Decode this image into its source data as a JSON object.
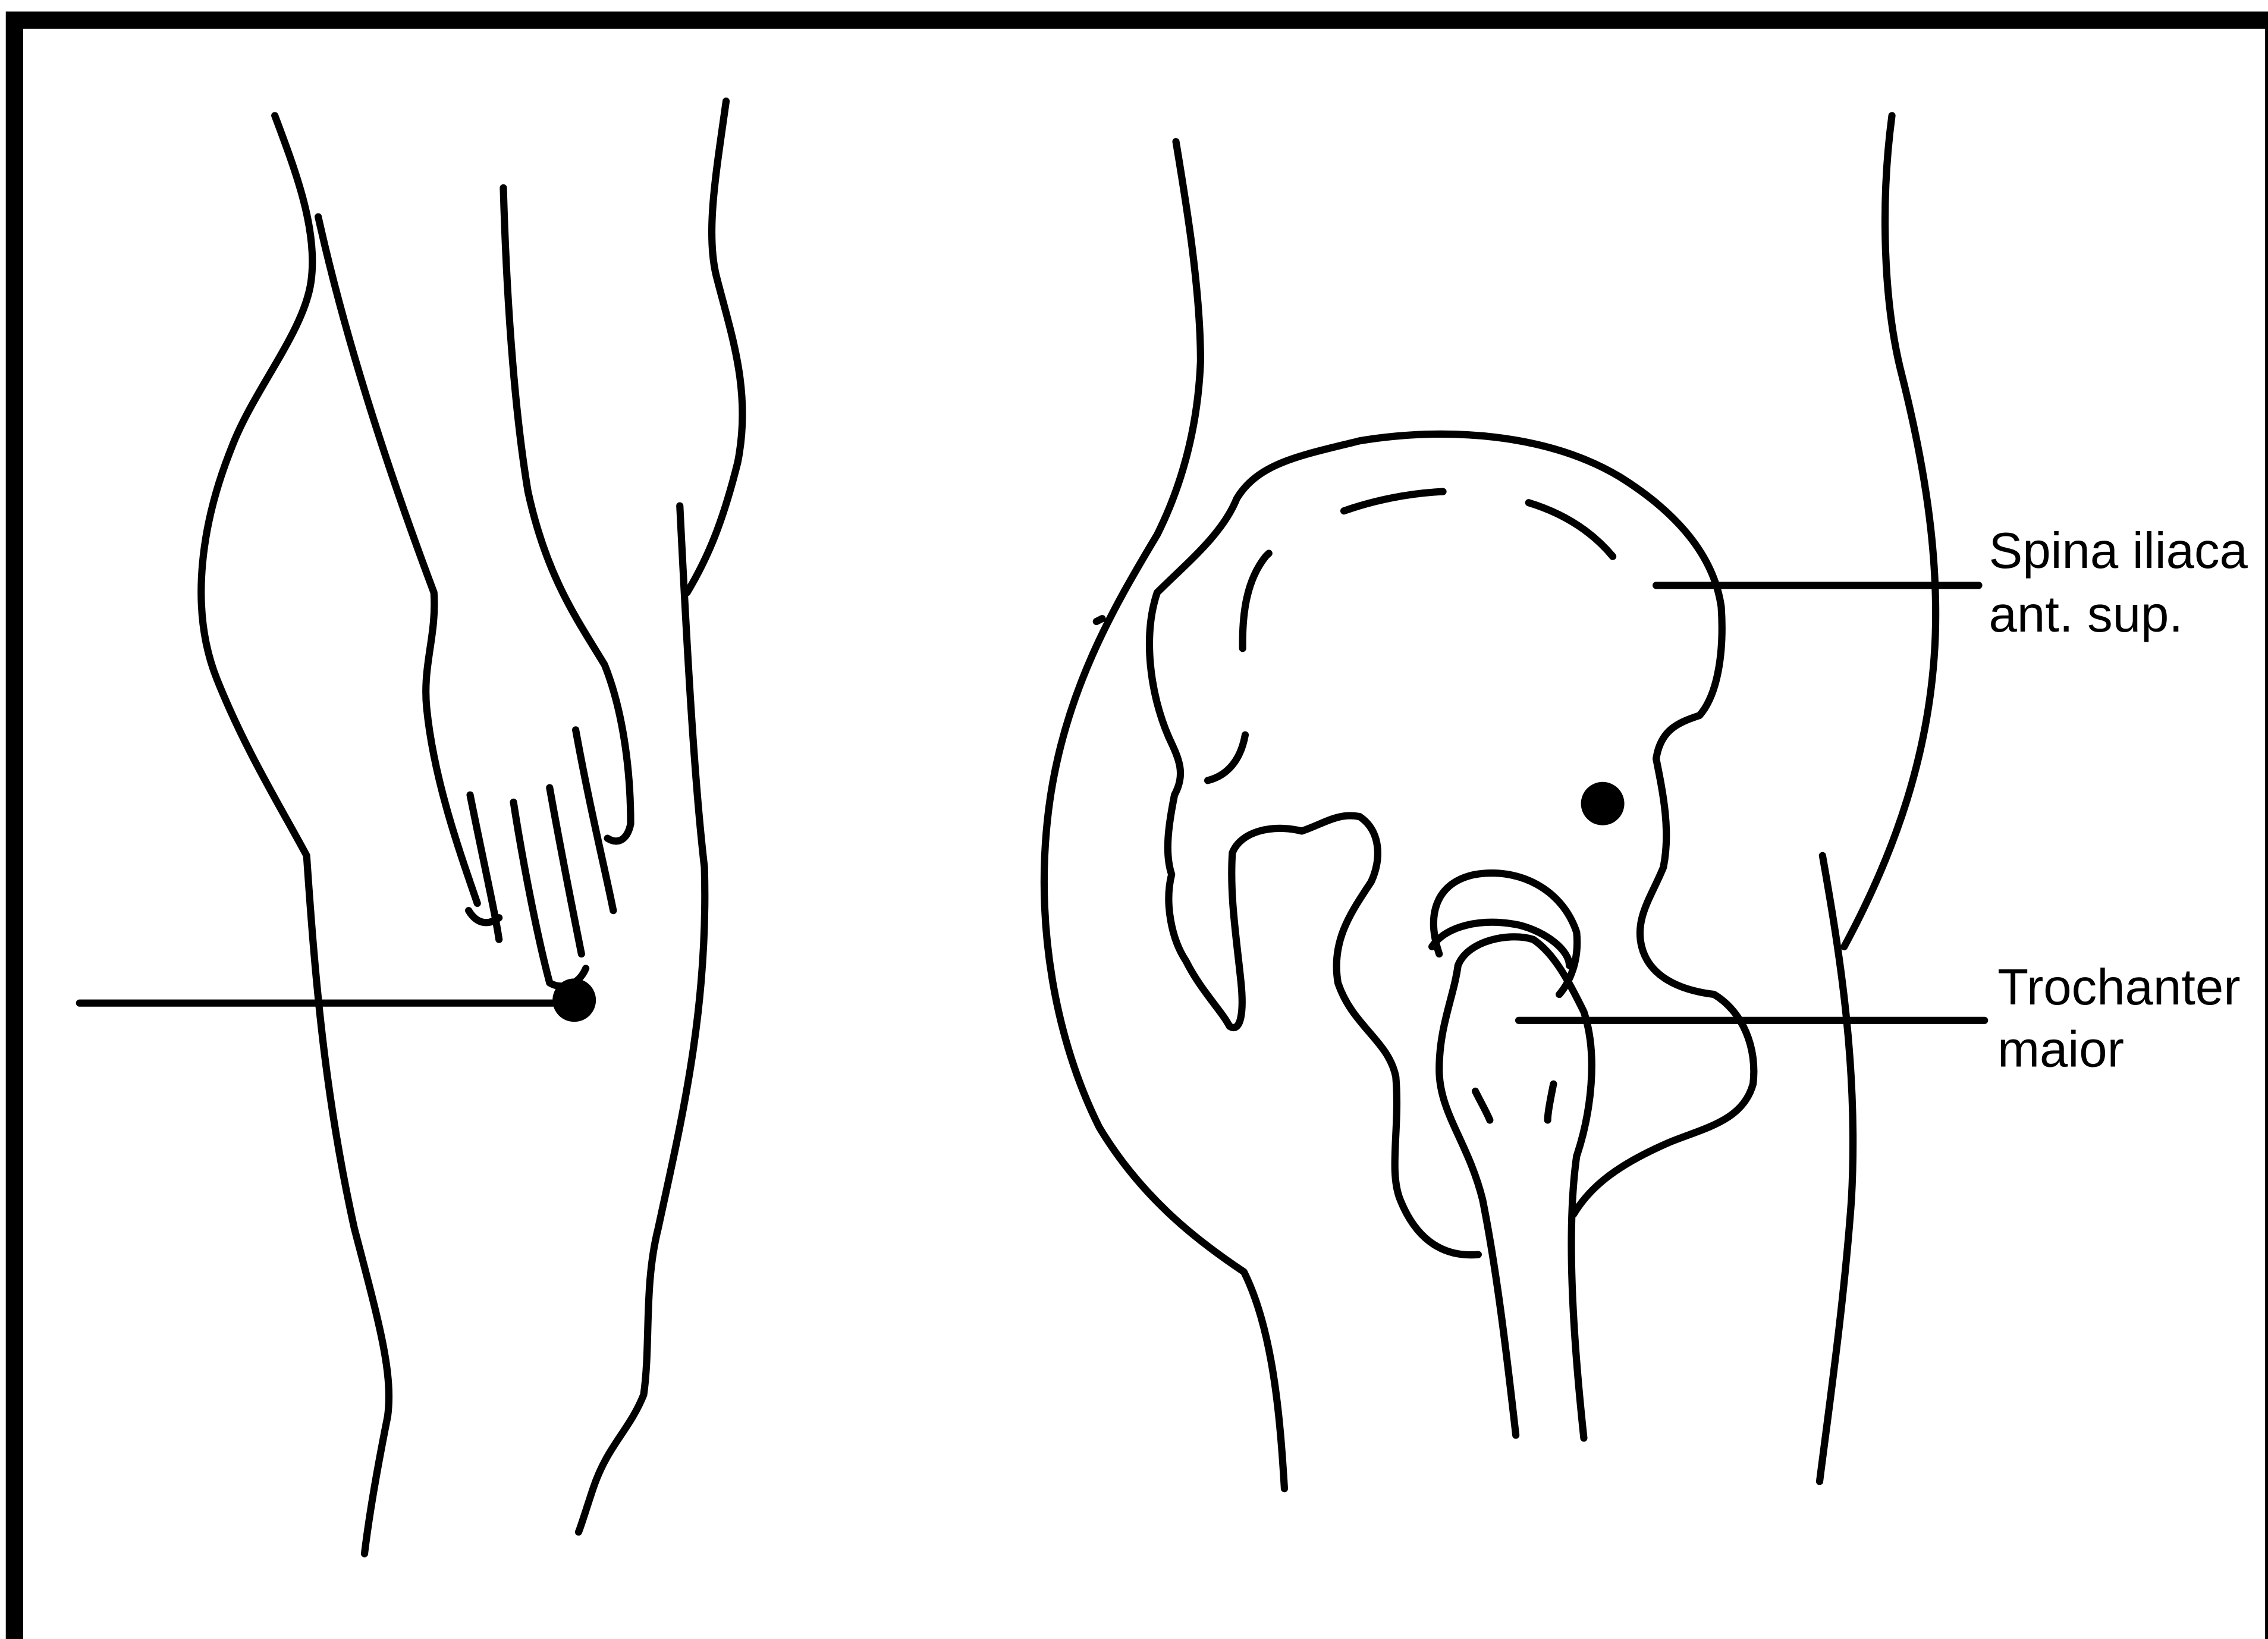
{
  "labels": {
    "spina_line1": "Spina iliaca",
    "spina_line2": "ant. sup.",
    "trochanter_line1": "Trochanter",
    "trochanter_line2": "maior"
  },
  "colors": {
    "ink": "#000000",
    "background": "#ffffff"
  }
}
